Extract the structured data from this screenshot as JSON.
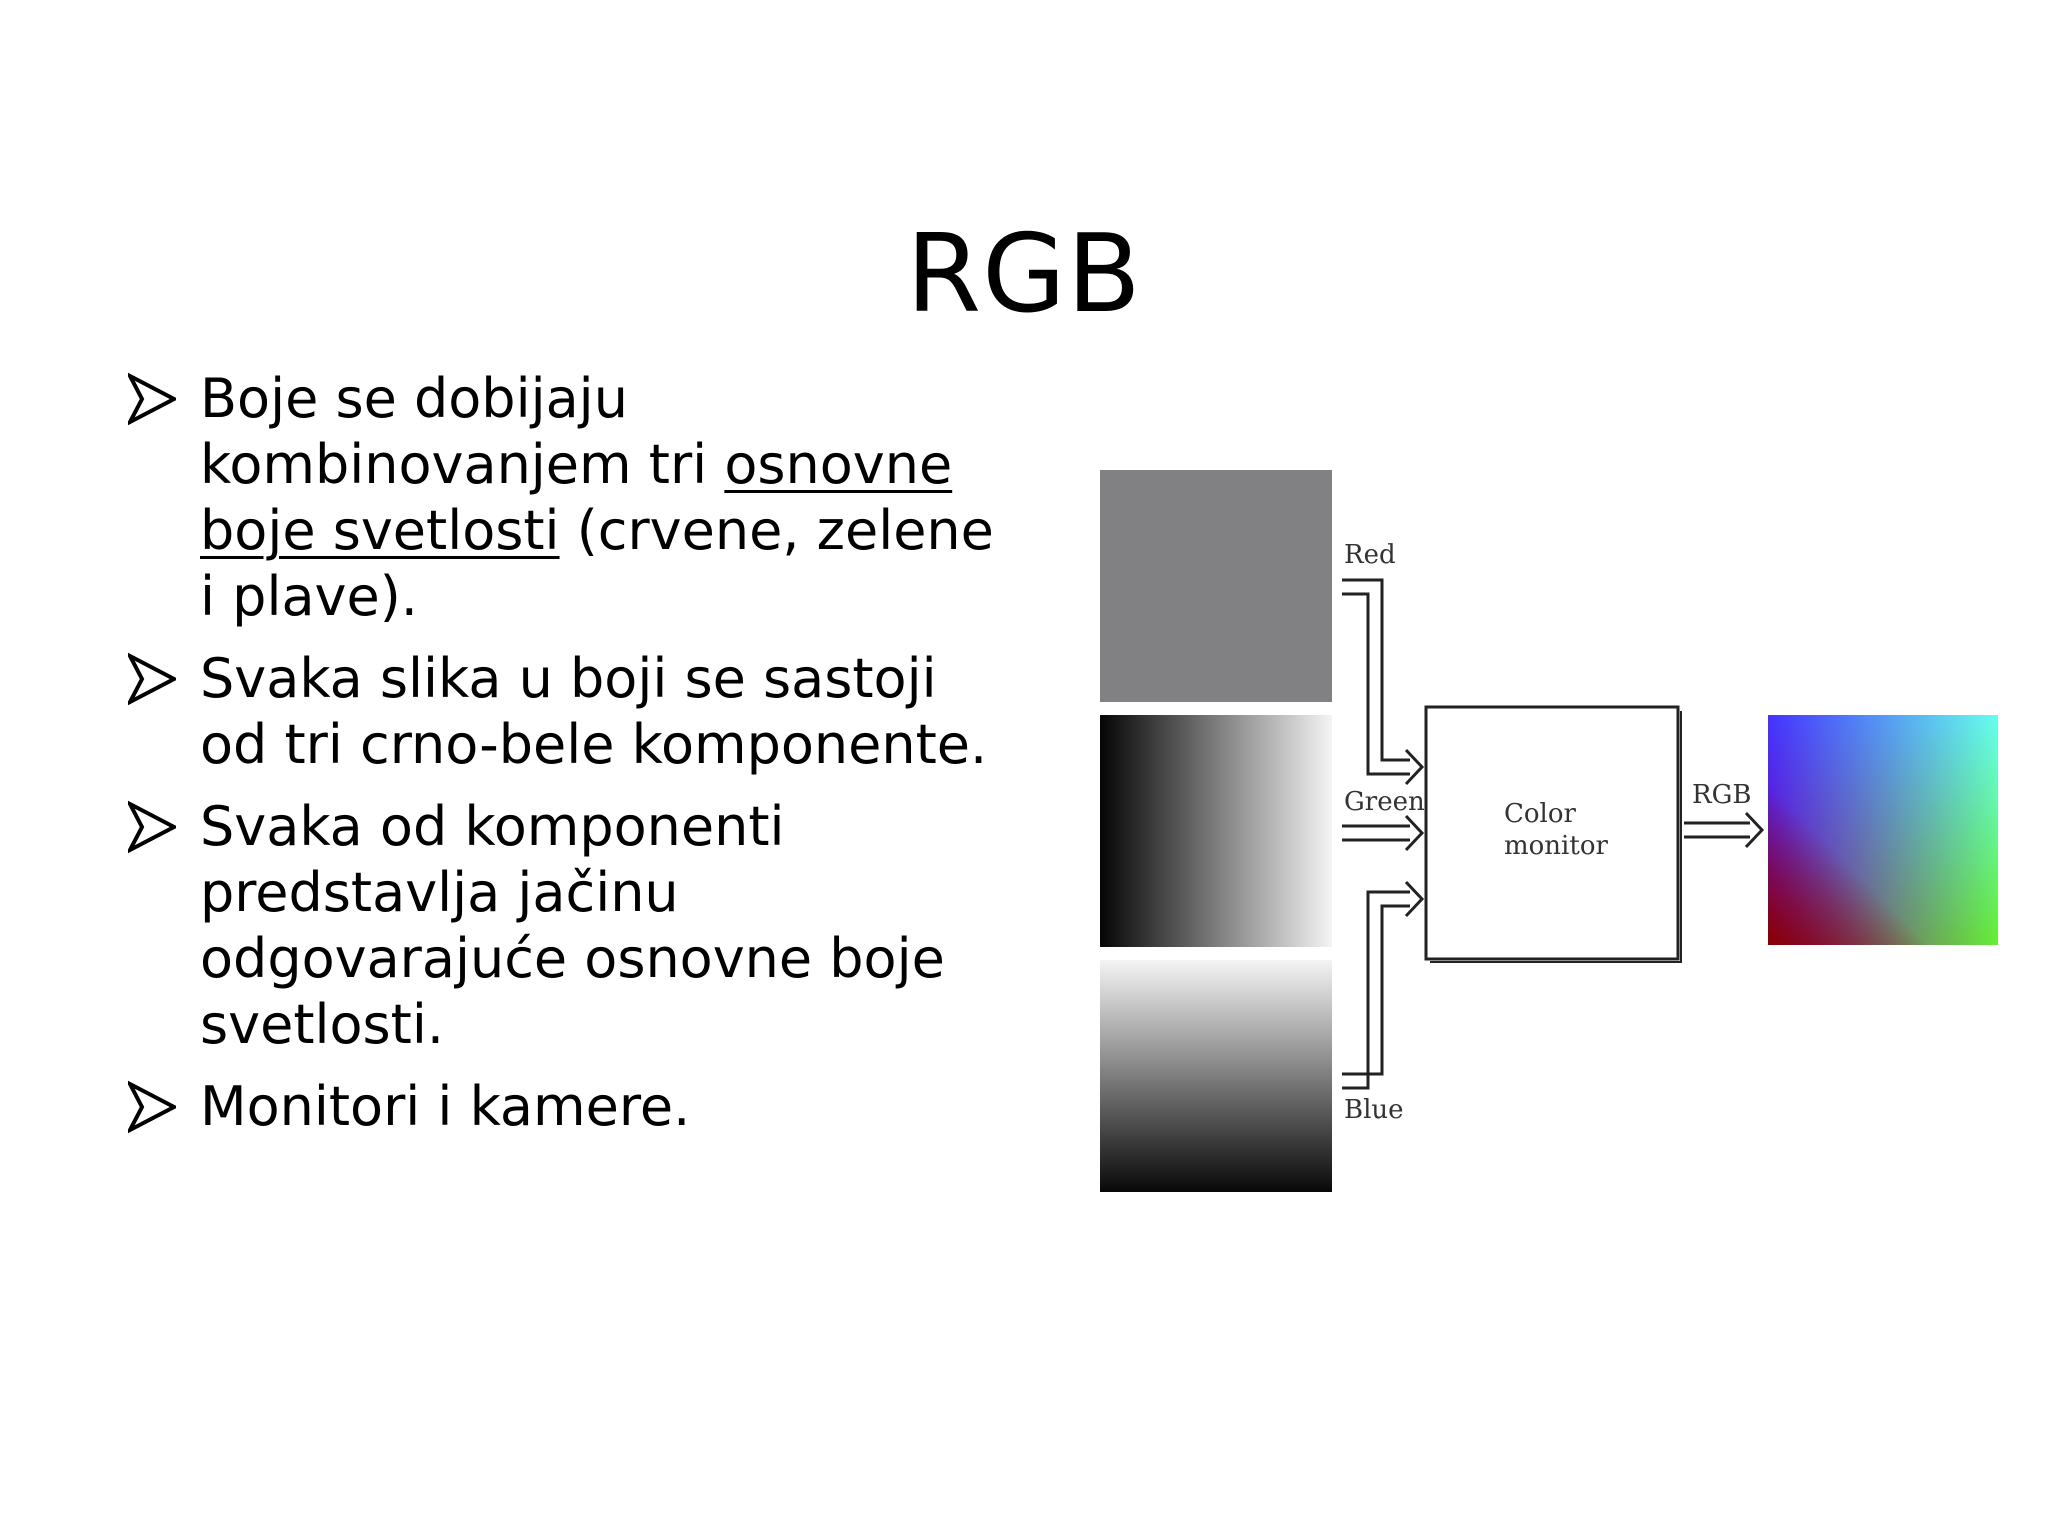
{
  "slide": {
    "title": "RGB",
    "bullets": [
      {
        "parts": [
          {
            "text": "Boje se dobijaju kombinovanjem tri ",
            "underline": false
          },
          {
            "text": "osnovne boje svetlosti",
            "underline": true
          },
          {
            "text": " (crvene, zelene i plave).",
            "underline": false
          }
        ]
      },
      {
        "parts": [
          {
            "text": "Svaka slika u boji se sastoji od tri crno-bele komponente.",
            "underline": false
          }
        ]
      },
      {
        "parts": [
          {
            "text": "Svaka od komponenti predstavlja jačinu odgovarajuće  osnovne boje svetlosti.",
            "underline": false
          }
        ]
      },
      {
        "parts": [
          {
            "text": "Monitori i kamere.",
            "underline": false
          }
        ]
      }
    ]
  },
  "diagram": {
    "input_labels": {
      "red": "Red",
      "green": "Green",
      "blue": "Blue"
    },
    "box_label_line1": "Color",
    "box_label_line2": "monitor",
    "output_label": "RGB"
  }
}
